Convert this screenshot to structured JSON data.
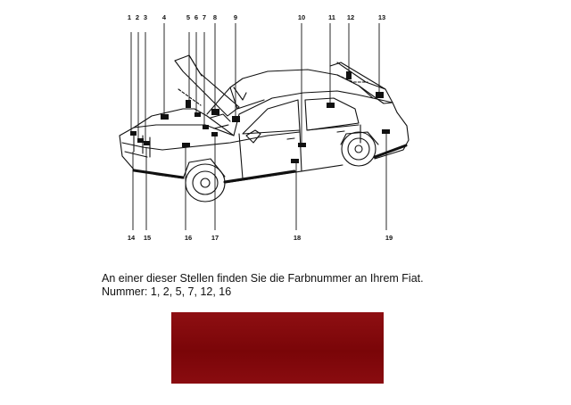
{
  "diagram": {
    "top_labels": [
      "1",
      "2",
      "3",
      "4",
      "5",
      "6",
      "7",
      "8",
      "9",
      "10",
      "11",
      "12",
      "13"
    ],
    "bottom_labels": [
      "14",
      "15",
      "16",
      "17",
      "18",
      "19"
    ]
  },
  "caption": {
    "line1": "An einer dieser Stellen finden Sie die Farbnummer an Ihrem Fiat.",
    "line2": "Nummer: 1, 2, 5, 7, 12, 16"
  },
  "swatch": {
    "color": "#800a0d"
  }
}
